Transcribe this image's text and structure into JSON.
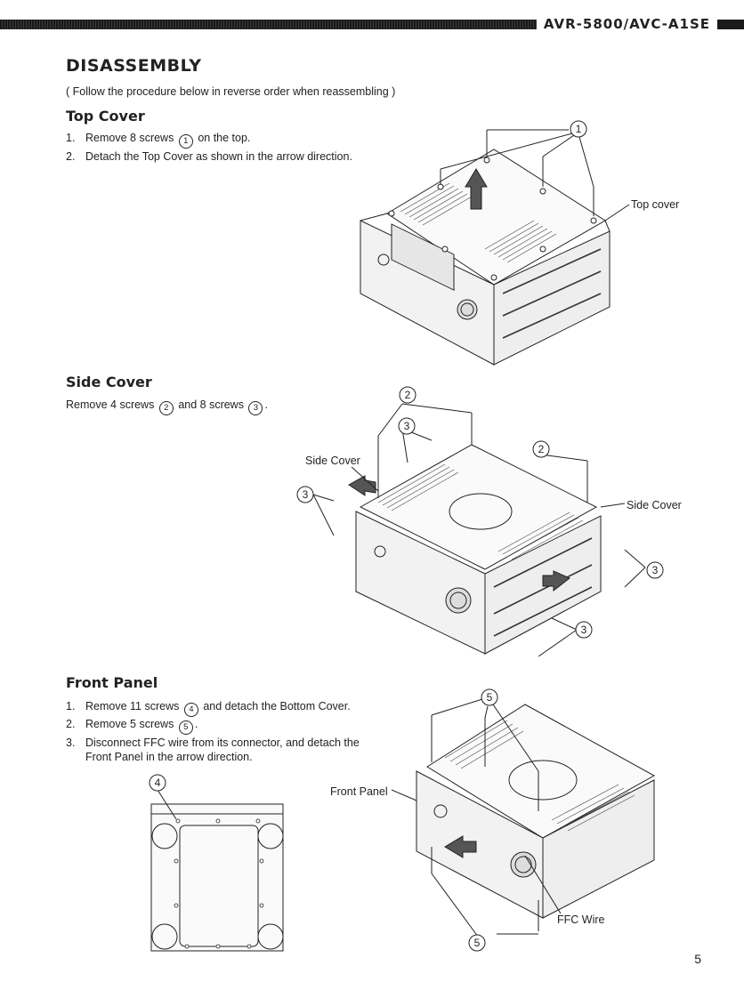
{
  "header": {
    "model": "AVR-5800/AVC-A1SE"
  },
  "title": "DISASSEMBLY",
  "note": "( Follow the procedure below in reverse order when reassembling )",
  "top_cover": {
    "heading": "Top Cover",
    "steps": [
      {
        "num": "1.",
        "before": "Remove 8 screws",
        "mark": "1",
        "after": "on the top."
      },
      {
        "num": "2.",
        "text": "Detach the Top Cover as shown in the arrow direction."
      }
    ],
    "callout": "1",
    "label": "Top cover"
  },
  "side_cover": {
    "heading": "Side Cover",
    "text_a": "Remove 4 screws",
    "mark_a": "2",
    "text_b": "and 8 screws",
    "mark_b": "3",
    "text_c": ".",
    "label_left": "Side Cover",
    "label_right": "Side Cover",
    "marks": {
      "two": "2",
      "three": "3"
    }
  },
  "front_panel": {
    "heading": "Front Panel",
    "steps": [
      {
        "num": "1.",
        "before": "Remove 11 screws",
        "mark": "4",
        "after": "and detach the Bottom Cover."
      },
      {
        "num": "2.",
        "before": "Remove 5 screws",
        "mark": "5",
        "after": "."
      },
      {
        "num": "3.",
        "line1": "Disconnect FFC wire from its connector, and detach the",
        "line2": "Front Panel in the arrow direction."
      }
    ],
    "label_panel": "Front Panel",
    "label_wire": "FFC Wire",
    "marks": {
      "four": "4",
      "five": "5"
    }
  },
  "page_number": "5"
}
